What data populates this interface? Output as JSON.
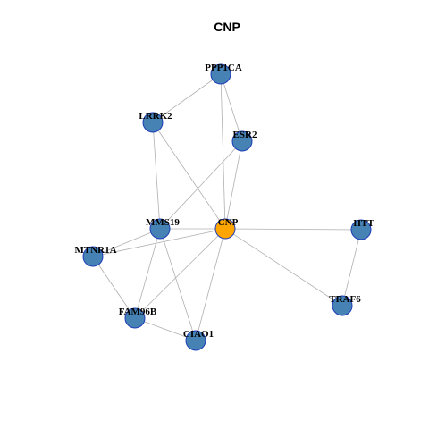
{
  "title": "CNP",
  "colors": {
    "node_fill": "#4682B4",
    "node_stroke": "#1E3DB8",
    "center_fill": "#FFA500",
    "center_stroke": "#1E3DB8",
    "edge": "#B0B0B0"
  },
  "nodes": [
    {
      "id": "CNP",
      "label": "CNP",
      "center": true
    },
    {
      "id": "PPP1CA",
      "label": "PPP1CA"
    },
    {
      "id": "LRRK2",
      "label": "LRRK2"
    },
    {
      "id": "ESR2",
      "label": "ESR2"
    },
    {
      "id": "MMS19",
      "label": "MMS19"
    },
    {
      "id": "HTT",
      "label": "HTT"
    },
    {
      "id": "MTNR1A",
      "label": "MTNR1A"
    },
    {
      "id": "TRAF6",
      "label": "TRAF6"
    },
    {
      "id": "FAM96B",
      "label": "FAM96B"
    },
    {
      "id": "CIAO1",
      "label": "CIAO1"
    }
  ],
  "edges": [
    [
      "PPP1CA",
      "LRRK2"
    ],
    [
      "PPP1CA",
      "ESR2"
    ],
    [
      "PPP1CA",
      "CNP"
    ],
    [
      "LRRK2",
      "MMS19"
    ],
    [
      "LRRK2",
      "CNP"
    ],
    [
      "ESR2",
      "MMS19"
    ],
    [
      "ESR2",
      "CNP"
    ],
    [
      "MMS19",
      "CNP"
    ],
    [
      "MMS19",
      "MTNR1A"
    ],
    [
      "MMS19",
      "FAM96B"
    ],
    [
      "MMS19",
      "CIAO1"
    ],
    [
      "CNP",
      "MTNR1A"
    ],
    [
      "CNP",
      "HTT"
    ],
    [
      "CNP",
      "TRAF6"
    ],
    [
      "CNP",
      "FAM96B"
    ],
    [
      "CNP",
      "CIAO1"
    ],
    [
      "HTT",
      "TRAF6"
    ],
    [
      "MTNR1A",
      "FAM96B"
    ],
    [
      "FAM96B",
      "CIAO1"
    ]
  ]
}
